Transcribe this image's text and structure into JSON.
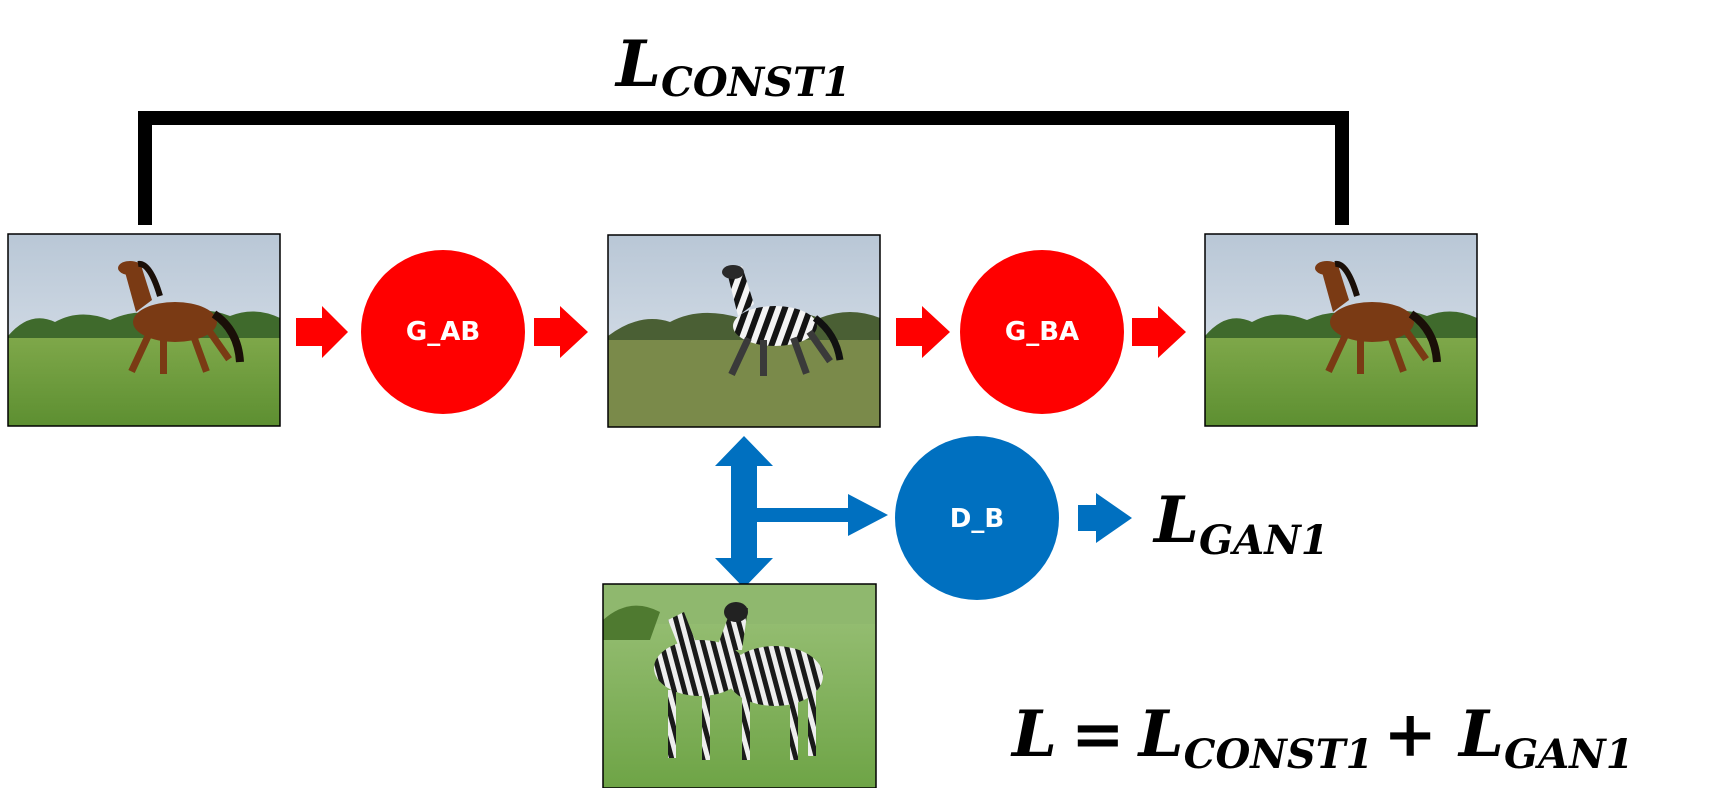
{
  "colors": {
    "generator": "#ff0000",
    "discriminator": "#0070c0",
    "bracket": "#000000",
    "sky": "#c9d4df",
    "grass": "#6e9a3c",
    "trees": "#3f6a2c",
    "horse": "#7a3a14"
  },
  "images": {
    "input_a": "horse-photo",
    "fake_b": "zebra-like-horse-photo",
    "reconstructed_a": "horse-photo",
    "real_b": "zebras-photo"
  },
  "nodes": {
    "g_ab": "G_AB",
    "g_ba": "G_BA",
    "d_b": "D_B"
  },
  "loss_const": {
    "symbol": "L",
    "subscript": "CONST1"
  },
  "loss_gan": {
    "symbol": "L",
    "subscript": "GAN1"
  },
  "total_loss": {
    "symbol": "L",
    "equals": "=",
    "term1_symbol": "L",
    "term1_subscript": "CONST1",
    "plus": "+",
    "term2_symbol": "L",
    "term2_subscript": "GAN1"
  }
}
